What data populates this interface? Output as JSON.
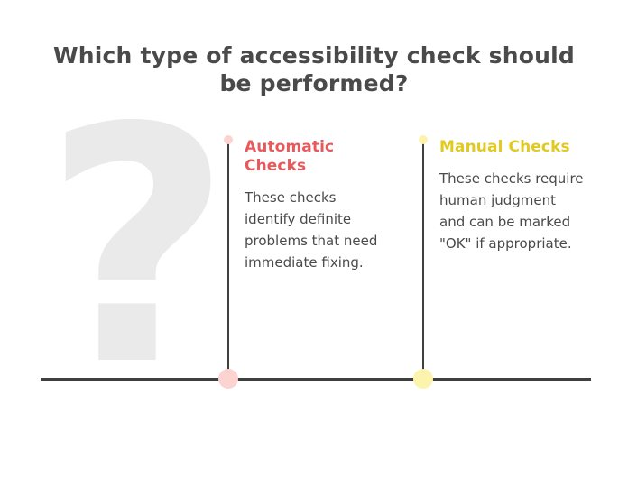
{
  "slide": {
    "title": "Which type of accessibility check should be performed?",
    "background_color": "#ffffff",
    "watermark_glyph": "?",
    "watermark_color": "#eaeaea",
    "baseline_color": "#403f3f",
    "text_color": "#4a4a4a"
  },
  "branches": [
    {
      "heading": "Automatic Checks",
      "body": "These checks identify definite problems that need immediate fixing.",
      "accent_color": "#e8595c",
      "dot_color": "#fbd3d1"
    },
    {
      "heading": "Manual Checks",
      "body": "These checks require human judgment and can be marked \"OK\" if appropriate.",
      "accent_color": "#e2c91f",
      "dot_color": "#fcf3ad"
    }
  ]
}
